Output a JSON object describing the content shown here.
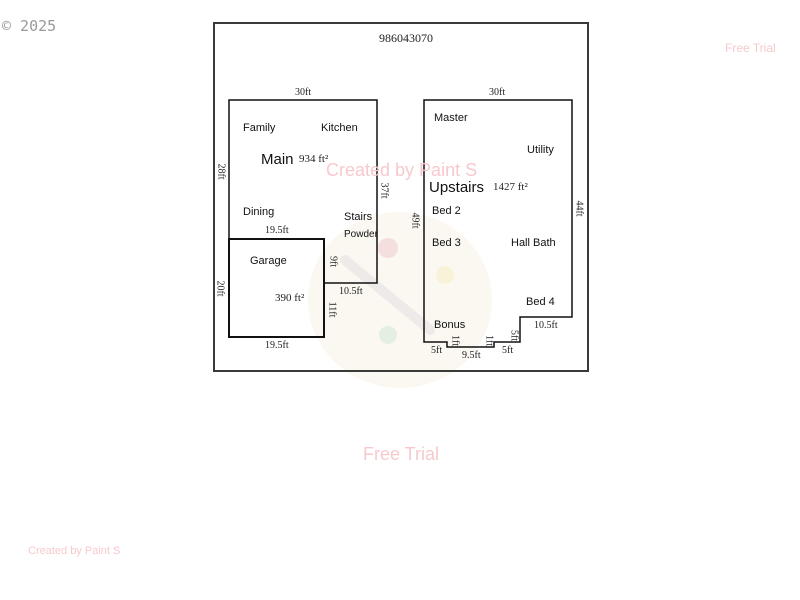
{
  "copyright": "© 2025",
  "watermarks": {
    "free_trial_top": "Free Trial",
    "created_by_center": "Created by Paint S",
    "free_trial_center": "Free Trial",
    "created_by_bottom": "Created by Paint S"
  },
  "plan": {
    "id": "986043070",
    "main": {
      "label": "Main",
      "area": "934 ft²",
      "rooms": [
        "Family",
        "Kitchen",
        "Dining",
        "Stairs",
        "Powder"
      ],
      "dims": {
        "top": "30ft",
        "left": "28ft",
        "right": "37ft",
        "inner_bottom": "19.5ft",
        "step_vertical": "9ft",
        "step_bottom": "10.5ft"
      }
    },
    "garage": {
      "label": "Garage",
      "area": "390 ft²",
      "dims": {
        "left": "20ft",
        "right": "11ft",
        "bottom": "19.5ft"
      }
    },
    "upstairs": {
      "label": "Upstairs",
      "area": "1427 ft²",
      "rooms": [
        "Master",
        "Utility",
        "Bed 2",
        "Bed 3",
        "Hall Bath",
        "Bed 4",
        "Bonus"
      ],
      "dims": {
        "top": "30ft",
        "left": "49ft",
        "right": "44ft",
        "step_right": "10.5ft",
        "step_right_vertical": "5ft",
        "bottom_right": "5ft",
        "notch_right": "1ft",
        "bottom_middle": "9.5ft",
        "notch_left": "1ft",
        "bottom_left": "5ft"
      }
    }
  }
}
